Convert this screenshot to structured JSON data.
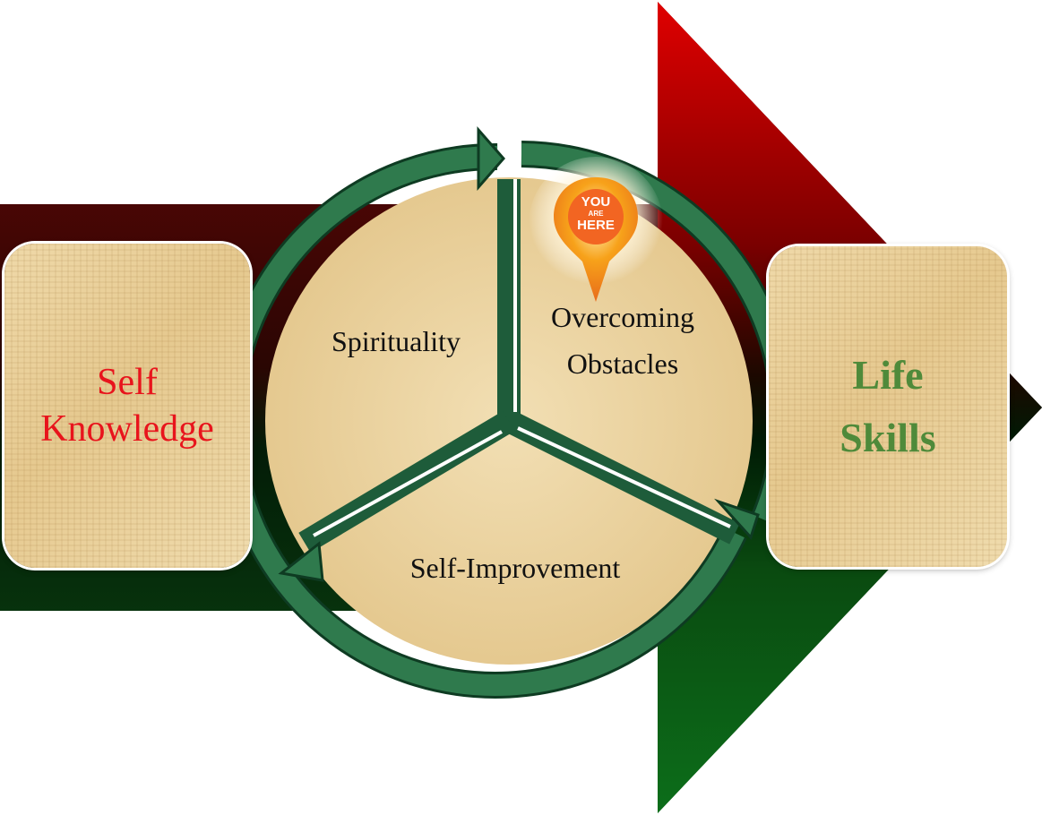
{
  "left_box": {
    "title_line1": "Self",
    "title_line2": "Knowledge",
    "title_color": "#e8141c"
  },
  "right_box": {
    "title_line1": "Life",
    "title_line2": "Skills",
    "title_color": "#4f8a3a"
  },
  "cycle": {
    "segments": [
      {
        "label": "Spirituality"
      },
      {
        "label_line1": "Overcoming",
        "label_line2": "Obstacles"
      },
      {
        "label": "Self-Improvement"
      }
    ],
    "ring_color": "#2b6b45"
  },
  "marker": {
    "line1": "YOU",
    "line2": "ARE",
    "line3": "HERE",
    "color": "#f58220"
  },
  "arrow": {
    "top_color": "#cc0000",
    "bottom_color": "#0f5a16"
  }
}
